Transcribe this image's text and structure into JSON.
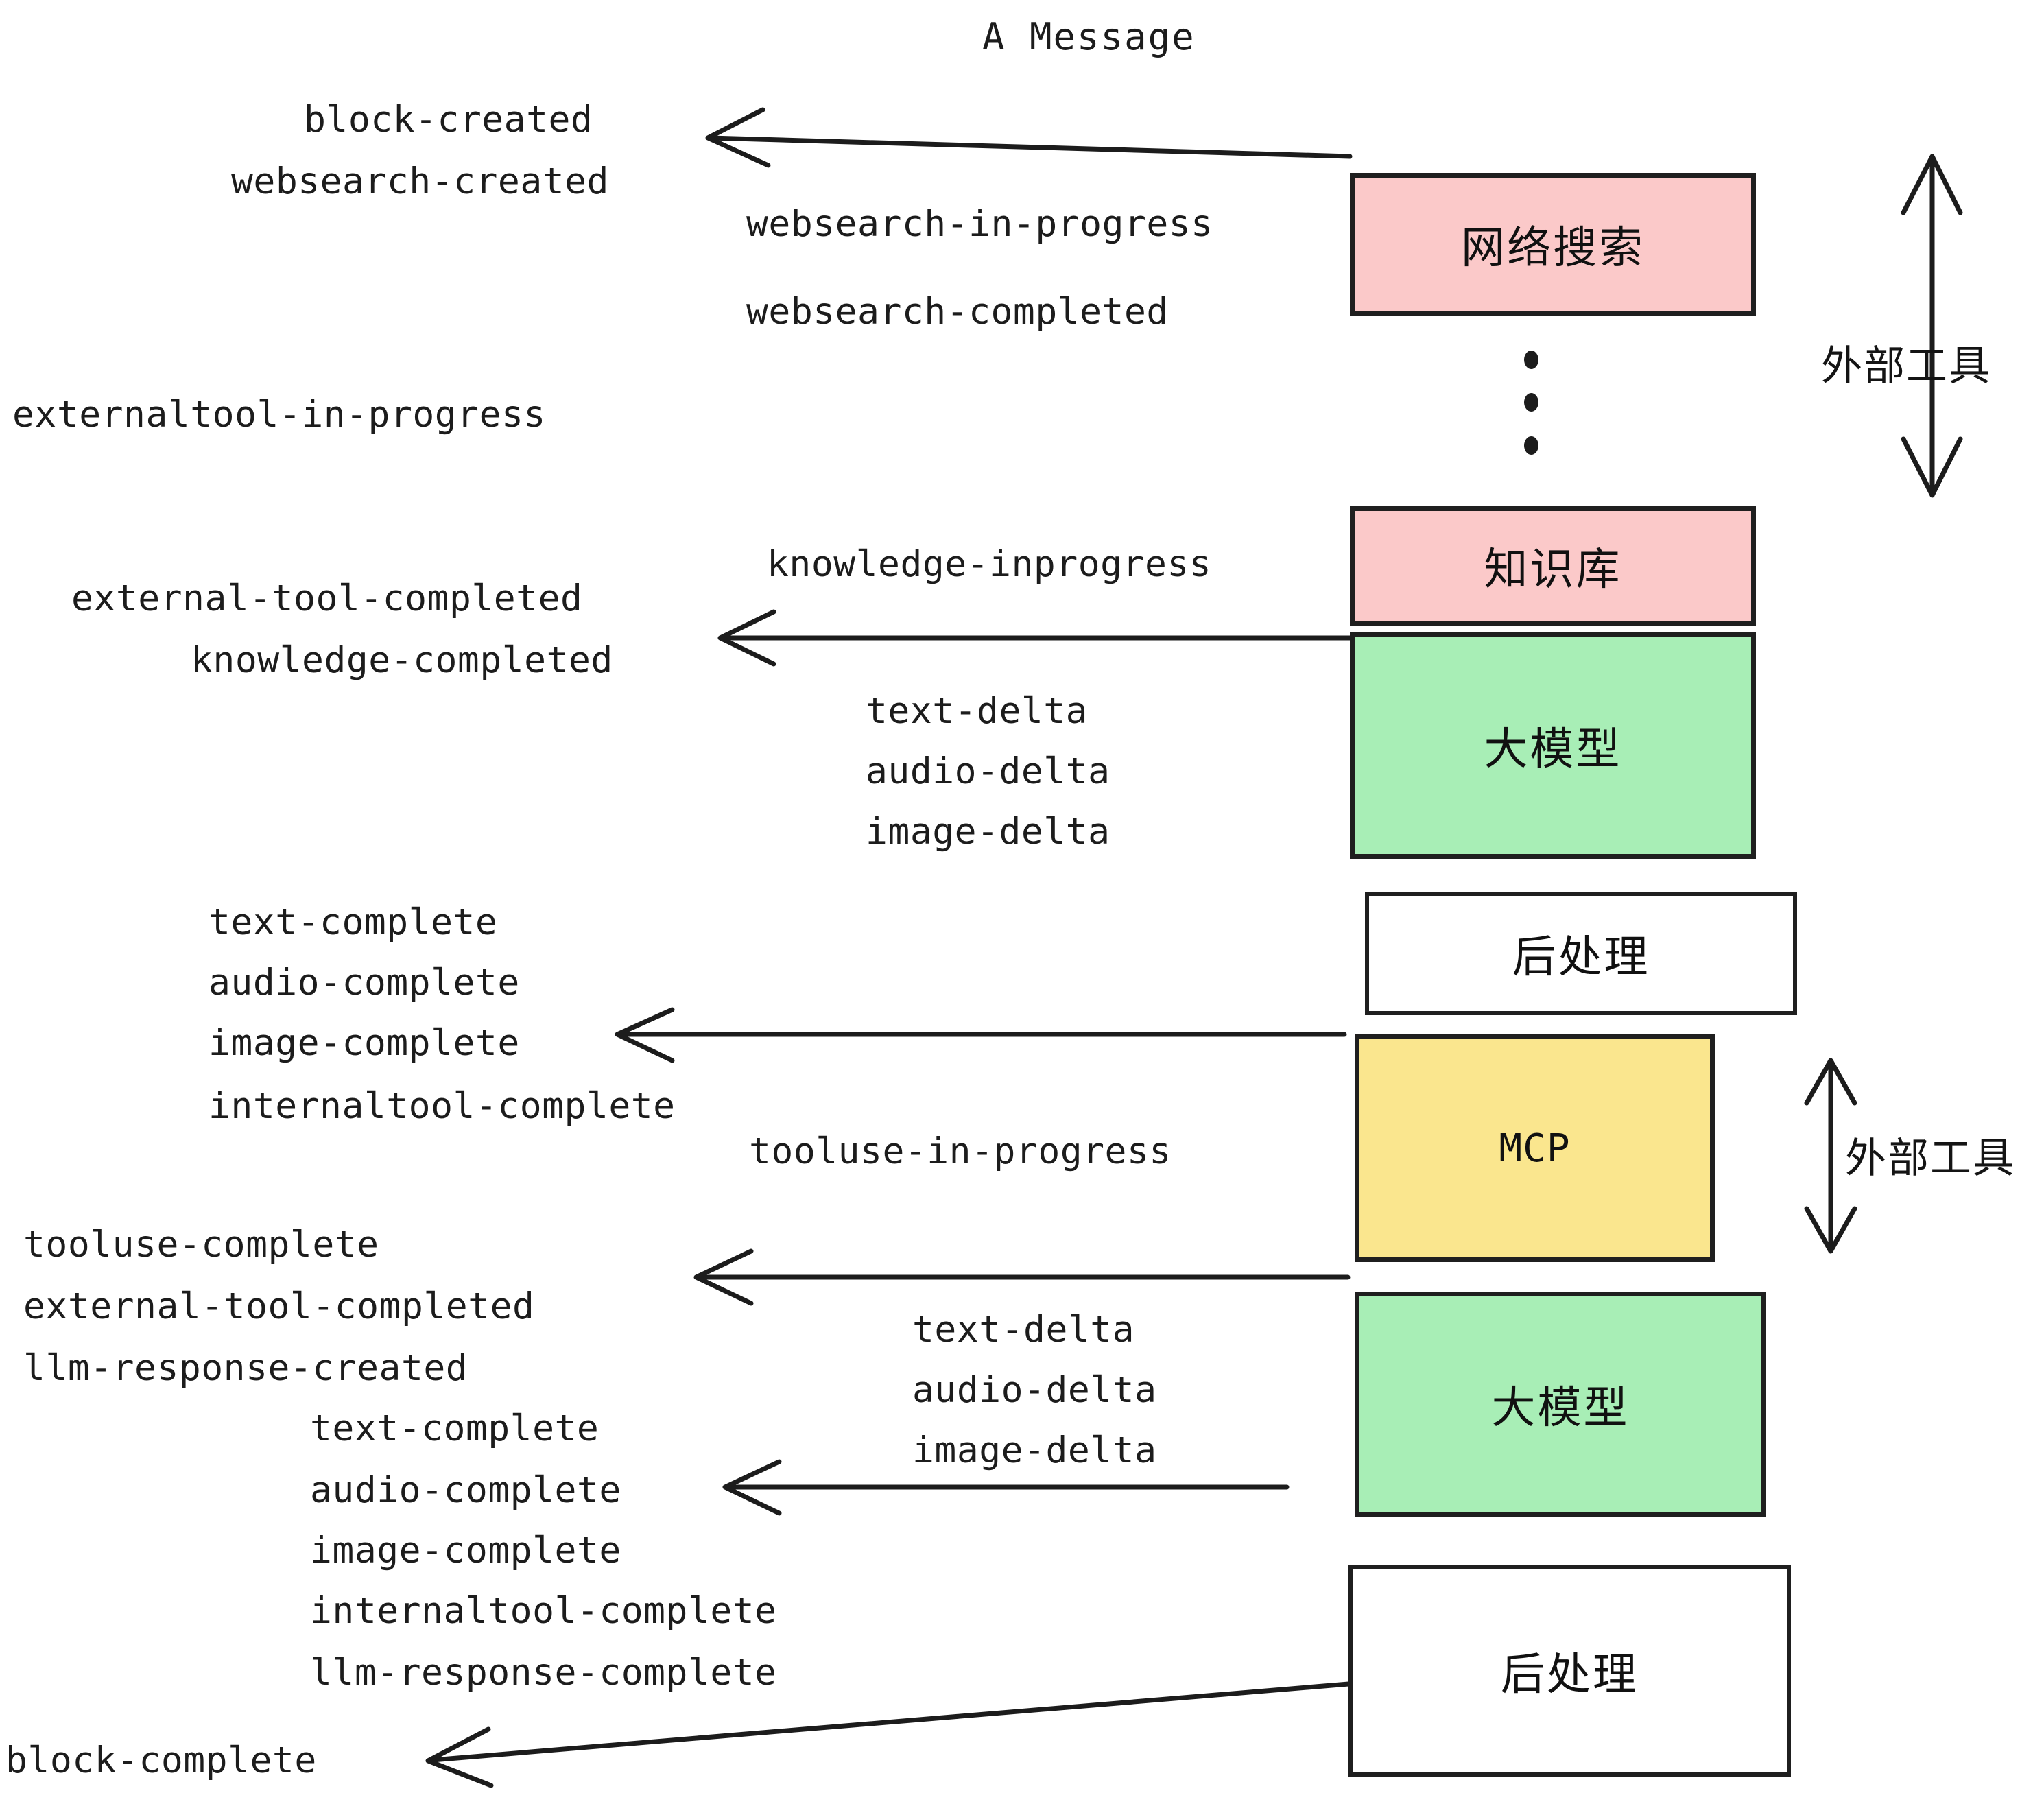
{
  "title": "A Message",
  "boxes": {
    "websearch": {
      "label": "网络搜索",
      "fill": "#fbc9c9"
    },
    "knowledge": {
      "label": "知识库",
      "fill": "#fbc9c9"
    },
    "llm_first": {
      "label": "大模型",
      "fill": "#a8eeb6"
    },
    "postprocess_first": {
      "label": "后处理",
      "fill": "#ffffff"
    },
    "mcp": {
      "label": "MCP",
      "fill": "#fae68e"
    },
    "llm_second": {
      "label": "大模型",
      "fill": "#a8eeb6"
    },
    "postprocess_second": {
      "label": "后处理",
      "fill": "#ffffff"
    }
  },
  "annotations": {
    "external_tool_top": "外部工具",
    "external_tool_bottom": "外部工具"
  },
  "events": {
    "block_created": "block-created",
    "websearch_created": "websearch-created",
    "websearch_in_progress": "websearch-in-progress",
    "websearch_completed": "websearch-completed",
    "externaltool_in_progress": "externaltool-in-progress",
    "knowledge_inprogress": "knowledge-inprogress",
    "external_tool_completed_1": "external-tool-completed",
    "knowledge_completed": "knowledge-completed",
    "text_delta_1": "text-delta",
    "audio_delta_1": "audio-delta",
    "image_delta_1": "image-delta",
    "text_complete_1": "text-complete",
    "audio_complete_1": "audio-complete",
    "image_complete_1": "image-complete",
    "internaltool_complete_1": "internaltool-complete",
    "tooluse_in_progress": "tooluse-in-progress",
    "tooluse_complete": "tooluse-complete",
    "external_tool_completed_2": "external-tool-completed",
    "llm_response_created": "llm-response-created",
    "text_delta_2": "text-delta",
    "audio_delta_2": "audio-delta",
    "image_delta_2": "image-delta",
    "text_complete_2": "text-complete",
    "audio_complete_2": "audio-complete",
    "image_complete_2": "image-complete",
    "internaltool_complete_2": "internaltool-complete",
    "llm_response_complete": "llm-response-complete",
    "block_complete": "block-complete"
  },
  "colors": {
    "stroke": "#1f1f1f",
    "pink": "#fbc9c9",
    "green": "#a8eeb6",
    "yellow": "#fae68e",
    "white": "#ffffff",
    "text": "#1c1c1c"
  }
}
